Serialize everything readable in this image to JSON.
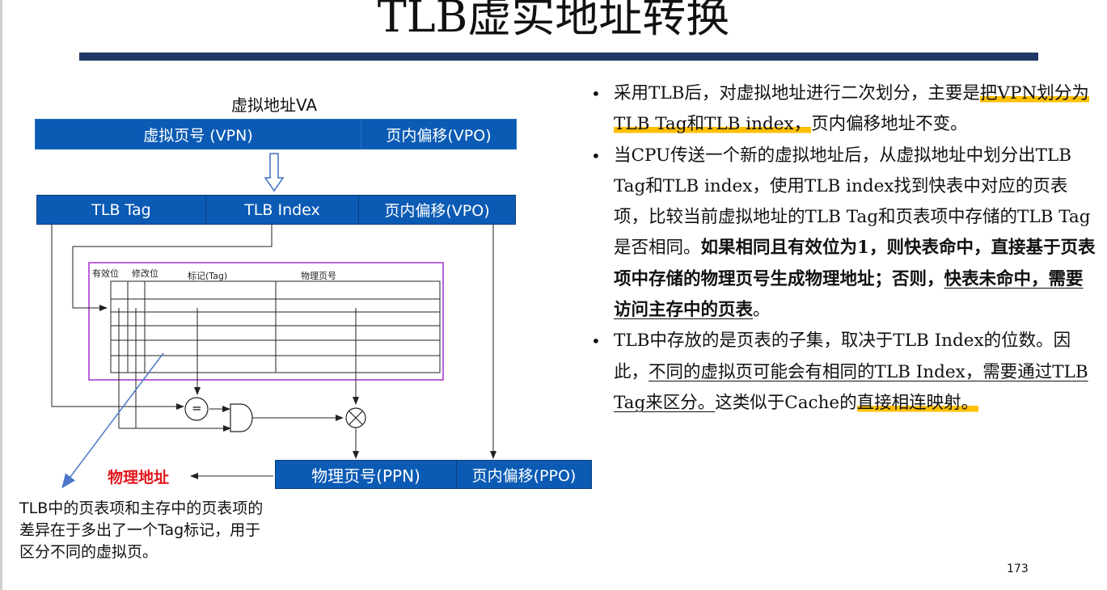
{
  "title": "TLB虚实地址转换",
  "diagram": {
    "va_label": "虚拟地址VA",
    "vpn_box": "虚拟页号 (VPN)",
    "vpo_box_top": "页内偏移(VPO)",
    "tlb_tag_box": "TLB Tag",
    "tlb_index_box": "TLB Index",
    "vpo_box_mid": "页内偏移(VPO)",
    "col_valid": "有效位",
    "col_dirty": "修改位",
    "col_tag": "标记(Tag)",
    "col_ppn": "物理页号",
    "compare_symbol": "=",
    "ppn_box": "物理页号(PPN)",
    "ppo_box": "页内偏移(PPO)",
    "phys_addr_label": "物理地址",
    "note_lines": [
      "TLB中的页表项和主存中的页表项的",
      "差异在于多出了一个Tag标记，用于",
      "区分不同的虚拟页。"
    ]
  },
  "bullets": {
    "b1_part1": "采用TLB后，对虚拟地址进行二次划分，主要是",
    "b1_highlight": "把VPN划分为TLB Tag和TLB index，",
    "b1_part2": "页内偏移地址不变。",
    "b2_part1": "当CPU传送一个新的虚拟地址后，从虚拟地址中划分出TLB Tag和TLB index，使用TLB index找到快表中对应的页表项，比较当前虚拟地址的TLB Tag和页表项中存储的TLB Tag是否相同。",
    "b2_bold": "如果相同且有效位为1，则快表命中，直接基于页表项中存储的物理页号生成物理地址；否则，",
    "b2_bold_ul": "快表未命中，需要访问主存中的页表",
    "b2_end": "。",
    "b3_part1": "TLB中存放的是页表的子集，取决于TLB Index的位数。因此，",
    "b3_ul": "不同的虚拟页可能会有相同的TLB Index，需要通过TLB Tag来区分。",
    "b3_part2": "这类似于Cache的",
    "b3_highlight": "直接相连映射。"
  },
  "page_number": "173",
  "colors": {
    "box_blue": "#0b5bb5",
    "title_bar": "#1f3864",
    "highlight": "#ffc000",
    "phys_label": "#e0161c",
    "tlb_border": "#a030c8",
    "pointer_line": "#4a78c8"
  }
}
